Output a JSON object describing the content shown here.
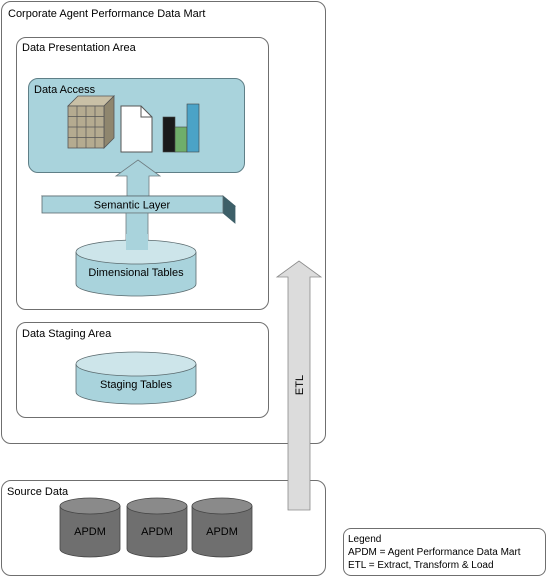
{
  "mart": {
    "title": "Corporate Agent Performance Data Mart"
  },
  "presentation": {
    "title": "Data Presentation Area",
    "data_access": {
      "title": "Data Access",
      "icons": [
        "grid-cube-icon",
        "document-icon",
        "bar-chart-icon"
      ]
    },
    "semantic_layer": "Semantic Layer",
    "dimensional_tables": "Dimensional Tables"
  },
  "staging": {
    "title": "Data Staging Area",
    "staging_tables": "Staging Tables"
  },
  "etl": {
    "label": "ETL"
  },
  "source": {
    "title": "Source Data",
    "databases": [
      "APDM",
      "APDM",
      "APDM"
    ]
  },
  "legend": {
    "title": "Legend",
    "lines": [
      "APDM = Agent Performance Data Mart",
      "ETL = Extract, Transform & Load"
    ]
  },
  "colors": {
    "teal_fill": "#a9d3dc",
    "teal_dark": "#3d5f68",
    "gray_cyl": "#6f6f6f",
    "arrow_fill": "#dcdcdc"
  }
}
